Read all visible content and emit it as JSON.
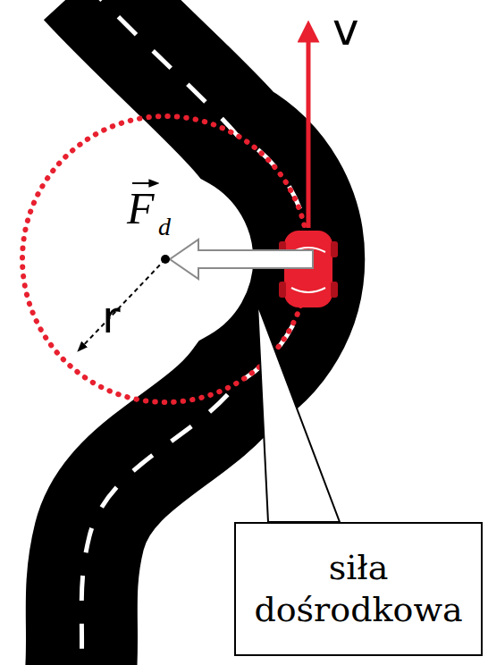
{
  "diagram": {
    "nodes": [
      {
        "text": [
          "siła dośrodkowa"
        ]
      }
    ],
    "labels": [
      "v",
      "F",
      "d",
      "r"
    ]
  }
}
